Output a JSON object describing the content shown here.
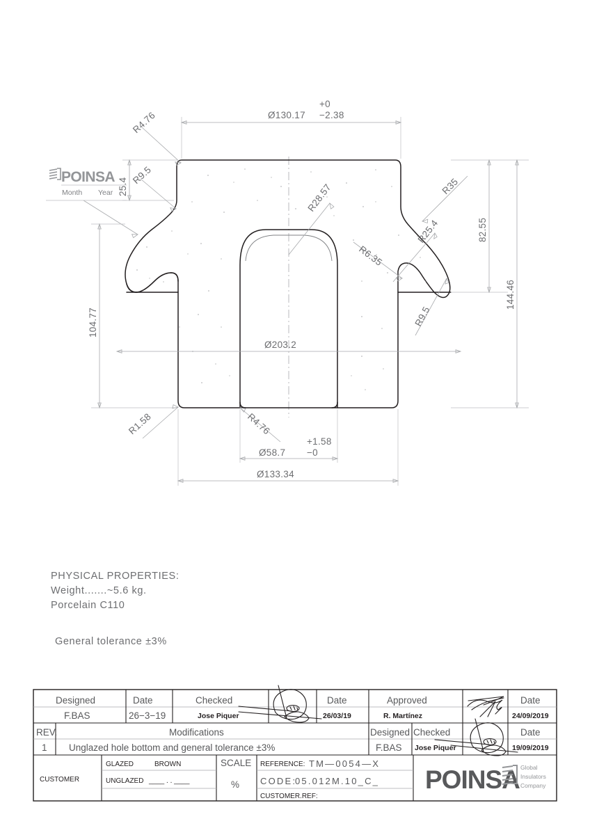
{
  "document": {
    "type": "engineering-drawing",
    "part": "porcelain insulator cross-section"
  },
  "stamp": {
    "brand": "POINSA",
    "month_label": "Month",
    "year_label": "Year"
  },
  "dimensions": {
    "top_diameter": "Ø130.17",
    "top_tol_upper": "+0",
    "top_tol_lower": "−2.38",
    "top_left_height": "25.4",
    "r_top_left_fillet": "R4.76",
    "r_top_left_neck": "R9.5",
    "r_center_arch": "R28.57",
    "r_right_outer": "R35",
    "r_right_notch_small": "R6.35",
    "r_right_notch": "R25.4",
    "r_right_lower": "R9.5",
    "right_height_upper": "82.55",
    "right_height_total": "144.46",
    "left_height": "104.77",
    "hole_diameter": "Ø203.2",
    "r_bottom_left": "R1.58",
    "r_bottom_hole": "R4.76",
    "bore_diameter": "Ø58.7",
    "bore_tol_upper": "+1.58",
    "bore_tol_lower": "−0",
    "bottom_diameter": "Ø133.34"
  },
  "notes": {
    "heading": "PHYSICAL  PROPERTIES:",
    "weight": "Weight.......~5.6  kg.",
    "material": "Porcelain  C110",
    "tolerance": "General  tolerance  ±3%"
  },
  "title_block": {
    "row1": {
      "headers": [
        "Designed",
        "Date",
        "Checked",
        "",
        "Date",
        "Approved",
        "",
        "Date"
      ],
      "values": [
        "F.BAS",
        "26−3−19",
        "Jose Piquer",
        "",
        "26/03/19",
        "R. Martínez",
        "",
        "24/09/2019"
      ]
    },
    "row2": {
      "headers": [
        "REV.",
        "Modifications",
        "Designed",
        "Checked",
        "",
        "Date"
      ],
      "values": [
        "1",
        "Unglazed  hole  bottom  and  general  tolerance  ±3%",
        "F.BAS",
        "Jose Piquer",
        "",
        "19/09/2019"
      ]
    },
    "row3": {
      "customer_label": "CUSTOMER",
      "glazed_label": "GLAZED",
      "glazed_value": "BROWN",
      "unglazed_label": "UNGLAZED",
      "unglazed_value": "____  .  .  ____",
      "scale_label": "SCALE",
      "scale_value": "%",
      "reference_label": "REFERENCE:",
      "reference_value": "TM—0054—X",
      "code_label": "CODE:",
      "code_value": "05.012M.10_C_",
      "customer_ref_label": "CUSTOMER.REF:"
    },
    "logo": {
      "brand": "POINSA",
      "tagline_1": "Global",
      "tagline_2": "Insulators",
      "tagline_3": "Company"
    }
  },
  "colors": {
    "ink": "#231f20",
    "dim_gray": "#6d6e71",
    "line_gray": "#a7a9ac",
    "light_gray": "#bcbec0"
  }
}
